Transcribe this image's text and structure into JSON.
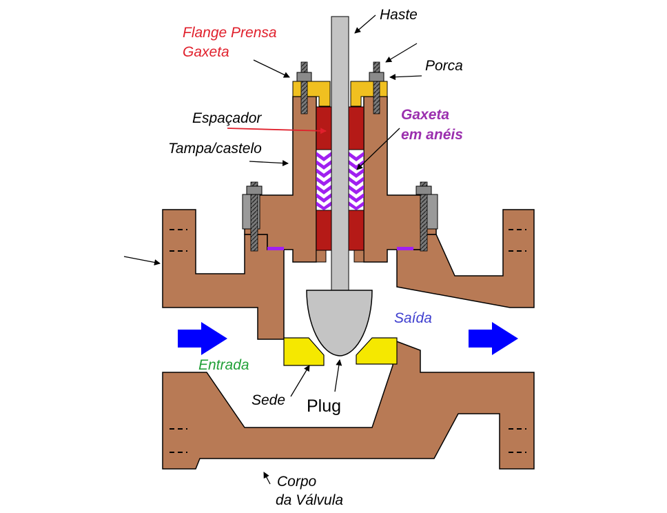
{
  "labels": {
    "haste": "Haste",
    "flange_line1": "Flange Prensa",
    "flange_line2": "Gaxeta",
    "porca": "Porca",
    "espacador": "Espaçador",
    "gaxeta_line1": "Gaxeta",
    "gaxeta_line2": "em anéis",
    "tampa": "Tampa/castelo",
    "saida": "Saída",
    "entrada": "Entrada",
    "sede": "Sede",
    "plug": "Plug",
    "corpo_line1": "Corpo",
    "corpo_line2": "da Válvula"
  },
  "colors": {
    "body": "#b87a55",
    "outline": "#000000",
    "stem": "#c4c4c4",
    "spacer": "#b51a17",
    "packing": "#a020f0",
    "flange": "#f0c020",
    "seat": "#f5e800",
    "arrow": "#0000ff",
    "gasket": "#a020f0",
    "flange_text": "#e0202c",
    "packing_text": "#9b2fae",
    "saida_text": "#3f3fcf",
    "entrada_text": "#21a038"
  },
  "icons": {
    "flow_in": "right-arrow-icon",
    "flow_out": "right-arrow-icon"
  }
}
